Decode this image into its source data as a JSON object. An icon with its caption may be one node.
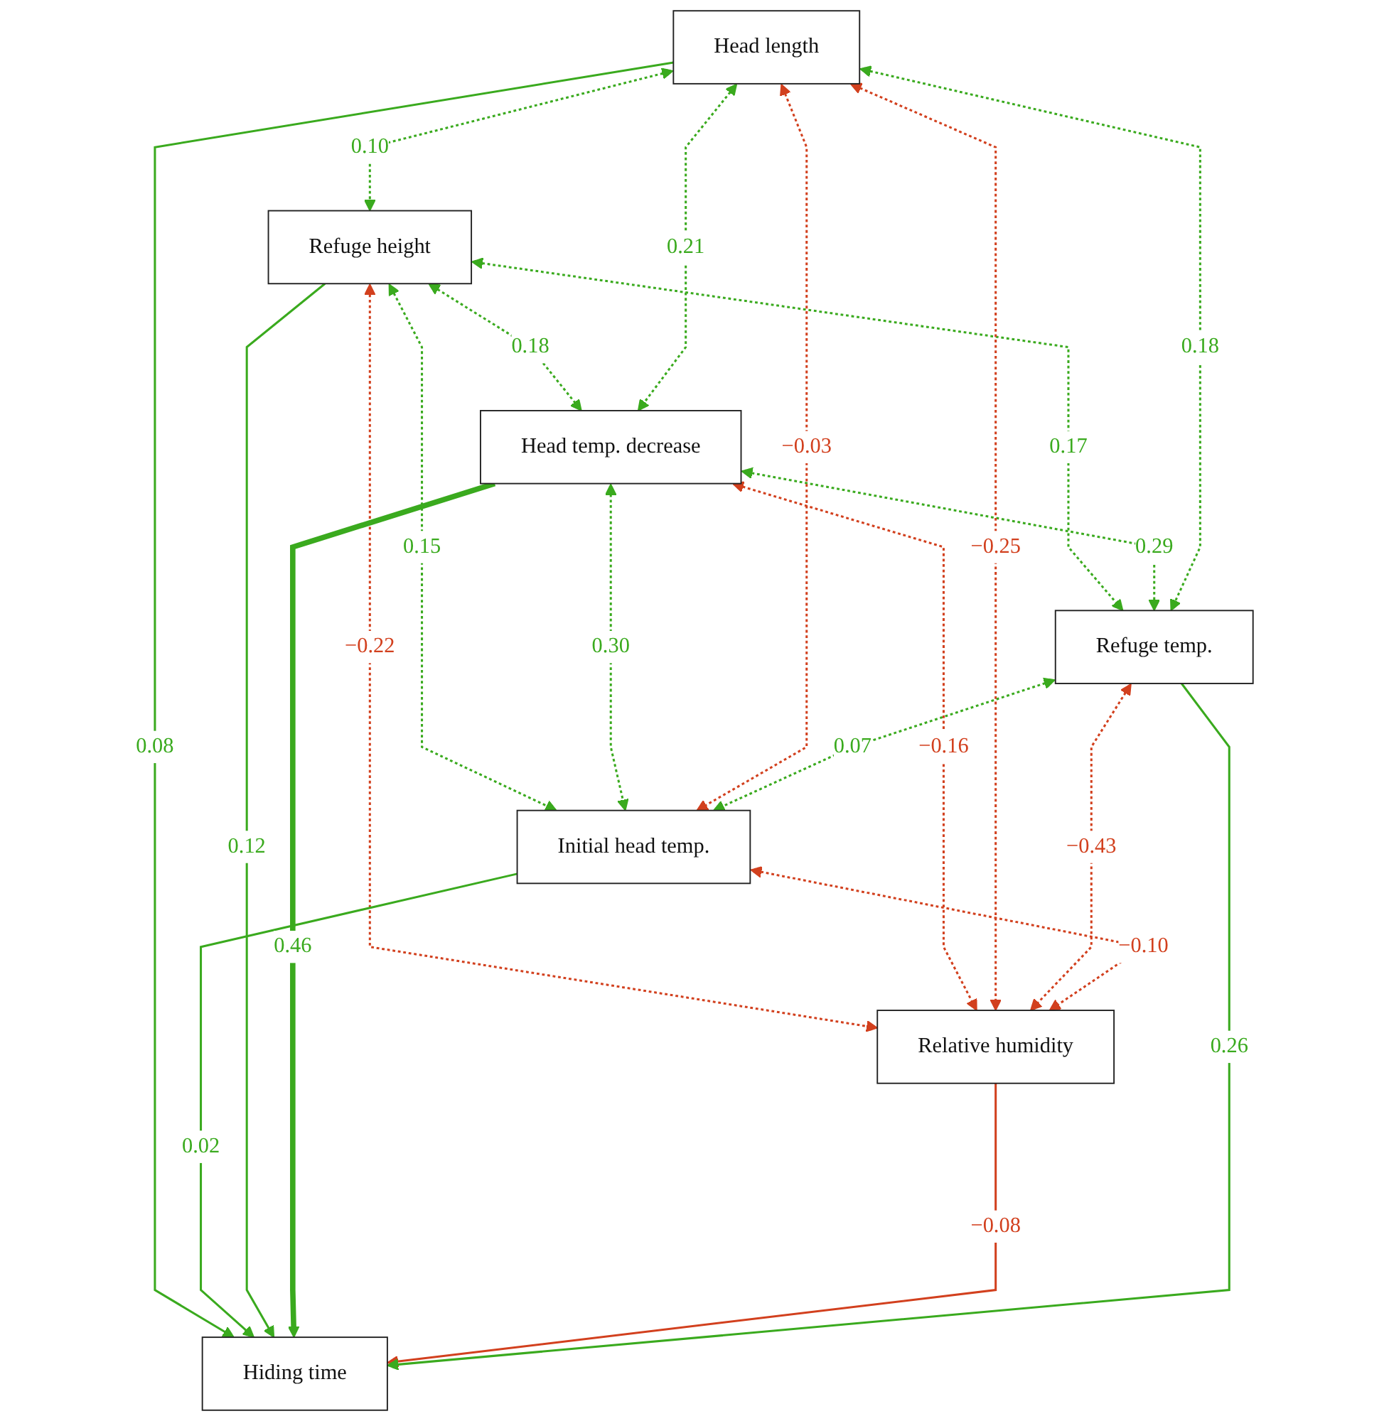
{
  "diagram": {
    "nodes": [
      {
        "text": [
          "Refuge height"
        ]
      },
      {
        "text": [
          "Head temp. decrease"
        ]
      },
      {
        "text": [
          "Head length"
        ]
      },
      {
        "text": [
          "Refuge temp."
        ]
      },
      {
        "text": [
          "Initial head temp."
        ]
      },
      {
        "text": [
          "Relative humidity"
        ]
      },
      {
        "text": [
          "Hiding time"
        ]
      }
    ],
    "edges": [
      {
        "from": 0,
        "to": 1,
        "arrow": "both",
        "label": "0.18",
        "style": "dashed"
      },
      {
        "from": 2,
        "to": 0,
        "arrow": "both",
        "label": "0.10",
        "style": "dashed"
      },
      {
        "from": 2,
        "to": 1,
        "arrow": "both",
        "label": "0.21",
        "style": "dashed"
      },
      {
        "from": 0,
        "to": 3,
        "arrow": "both",
        "label": "0.17",
        "style": "dashed"
      },
      {
        "from": 0,
        "to": 5,
        "arrow": "both",
        "label": "−0.22",
        "style": "dashed",
        "color": "#d2401e"
      },
      {
        "from": 0,
        "to": 4,
        "arrow": "both",
        "label": "0.15",
        "style": "dashed"
      },
      {
        "from": 1,
        "to": 3,
        "arrow": "both",
        "label": "0.29",
        "style": "dashed"
      },
      {
        "from": 2,
        "to": 3,
        "arrow": "both",
        "label": "0.18",
        "style": "dashed"
      },
      {
        "from": 1,
        "to": 4,
        "arrow": "both",
        "label": "0.30",
        "style": "dashed"
      },
      {
        "from": 1,
        "to": 5,
        "arrow": "both",
        "label": "−0.16",
        "style": "dashed",
        "color": "#d2401e"
      },
      {
        "from": 2,
        "to": 5,
        "arrow": "both",
        "label": "−0.25",
        "style": "dashed",
        "color": "#d2401e"
      },
      {
        "from": 2,
        "to": 4,
        "arrow": "both",
        "label": "−0.03",
        "style": "dashed",
        "color": "#d2401e"
      },
      {
        "from": 3,
        "to": 4,
        "arrow": "both",
        "label": "0.07",
        "style": "dashed"
      },
      {
        "from": 3,
        "to": 5,
        "arrow": "both",
        "label": "−0.43",
        "style": "dashed",
        "color": "#d2401e"
      },
      {
        "from": 4,
        "to": 5,
        "arrow": "both",
        "label": "−0.10",
        "style": "dashed",
        "color": "#d2401e"
      },
      {
        "from": 2,
        "to": 6,
        "arrow": "to",
        "label": "0.08"
      },
      {
        "from": 4,
        "to": 6,
        "arrow": "to",
        "label": "0.02"
      },
      {
        "from": 0,
        "to": 6,
        "arrow": "to",
        "label": "0.12"
      },
      {
        "from": 1,
        "to": 6,
        "arrow": "to",
        "label": "0.46",
        "style": "thick"
      },
      {
        "from": 5,
        "to": 6,
        "arrow": "to",
        "label": "−0.08",
        "color": "#d2401e"
      },
      {
        "from": 3,
        "to": 6,
        "arrow": "to",
        "label": "0.26"
      }
    ]
  }
}
